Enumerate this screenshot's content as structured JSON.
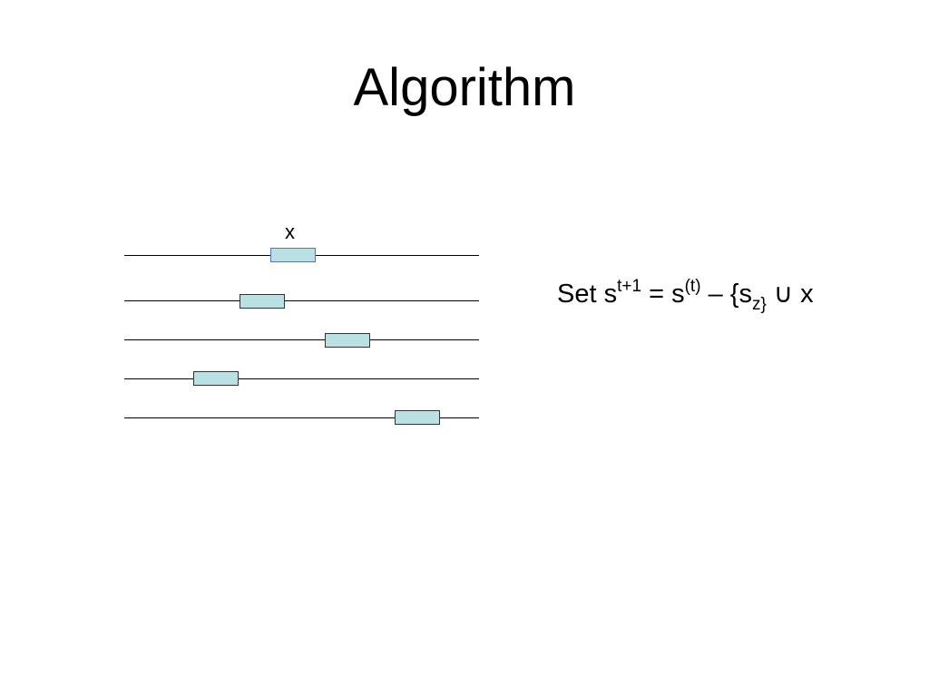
{
  "slide": {
    "title": "Algorithm"
  },
  "diagram": {
    "x_label": "x",
    "colors": {
      "motif_fill": "#b9e0e3",
      "motif_border": "#333333",
      "selected_border": "#5b72c4",
      "line": "#000000"
    }
  },
  "formula": {
    "prefix": "Set s",
    "sup1": "t+1",
    "mid1": " = s",
    "sup2": "(t)",
    "mid2": " – {s",
    "sub1": "z}",
    "suffix": " ∪ x"
  }
}
